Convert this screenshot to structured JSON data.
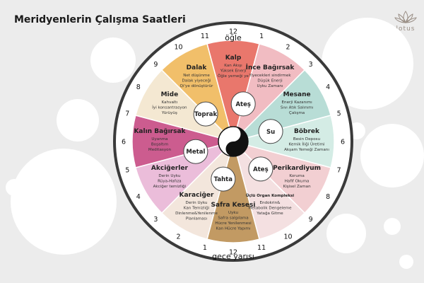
{
  "title": "Meridyenlerin Çalışma Saatleri",
  "logo": {
    "text": "lotus"
  },
  "clock": {
    "noon_label": "öğle",
    "midnight_label": "gece yarısı",
    "hours": [
      "12",
      "1",
      "2",
      "3",
      "4",
      "5",
      "6",
      "7",
      "8",
      "9",
      "10",
      "11",
      "12",
      "1",
      "2",
      "3",
      "4",
      "5",
      "6",
      "7",
      "8",
      "9",
      "10",
      "11"
    ]
  },
  "segments": [
    {
      "name": "Kalp",
      "color": "#e9776c",
      "lines": [
        "Kan Akışı",
        "Yüksek Enerji",
        "Öğle yemeği ye"
      ]
    },
    {
      "name": "İnce Bağırsak",
      "color": "#f1bcc2",
      "lines": [
        "Yiyecekleri sindirmek",
        "Düşük Enerji",
        "Uyku Zamanı"
      ]
    },
    {
      "name": "Mesane",
      "color": "#b8ddd6",
      "lines": [
        "Enerji Kazanımı",
        "Sıvı Atık Salınımı",
        "Çalışma"
      ]
    },
    {
      "name": "Böbrek",
      "color": "#d4ece5",
      "lines": [
        "Besin Deposu",
        "Kemik İliği Üretimi",
        "Akşam Yemeği Zamanı"
      ]
    },
    {
      "name": "Perikardiyum",
      "color": "#f2cfd2",
      "lines": [
        "Koruma",
        "Hafif Okuma",
        "Kişisel Zaman"
      ]
    },
    {
      "name": "Üçlü Organ Kompleksi",
      "color": "#f4e0e1",
      "lines": [
        "Endokrin&",
        "Metabolik Dengeleme",
        "Yatağa Gitme"
      ]
    },
    {
      "name": "Safra Kesesi",
      "color": "#c29a63",
      "lines": [
        "Uyku",
        "Safra salgılama",
        "Hücre Yenilenmesi",
        "Kan Hücre Yapımı"
      ]
    },
    {
      "name": "Karaciğer",
      "color": "#f3e6dc",
      "lines": [
        "Derin Uyku",
        "Kan Temizliği",
        "Dinlenme&Yenilenme",
        "Planlaması"
      ]
    },
    {
      "name": "Akciğerler",
      "color": "#ebbdda",
      "lines": [
        "Derin Uyku",
        "Rüya-Hafıza",
        "Akciğer temizliği"
      ]
    },
    {
      "name": "Kalın Bağırsak",
      "color": "#cc5c8f",
      "lines": [
        "Uyanma",
        "Boşaltım",
        "Meditasyon"
      ]
    },
    {
      "name": "Mide",
      "color": "#f4e8d2",
      "lines": [
        "Kahvaltı",
        "İyi konsantrasyon",
        "Yürüyüş"
      ]
    },
    {
      "name": "Dalak",
      "color": "#f1bf6a",
      "lines": [
        "Net düşünme",
        "Dalak yiyeceği",
        "Qi'ye dönüştürür"
      ]
    }
  ],
  "elements": [
    {
      "label": "Ateş"
    },
    {
      "label": "Su"
    },
    {
      "label": "Ateş"
    },
    {
      "label": "Tahta"
    },
    {
      "label": "Metal"
    },
    {
      "label": "Toprak"
    }
  ]
}
